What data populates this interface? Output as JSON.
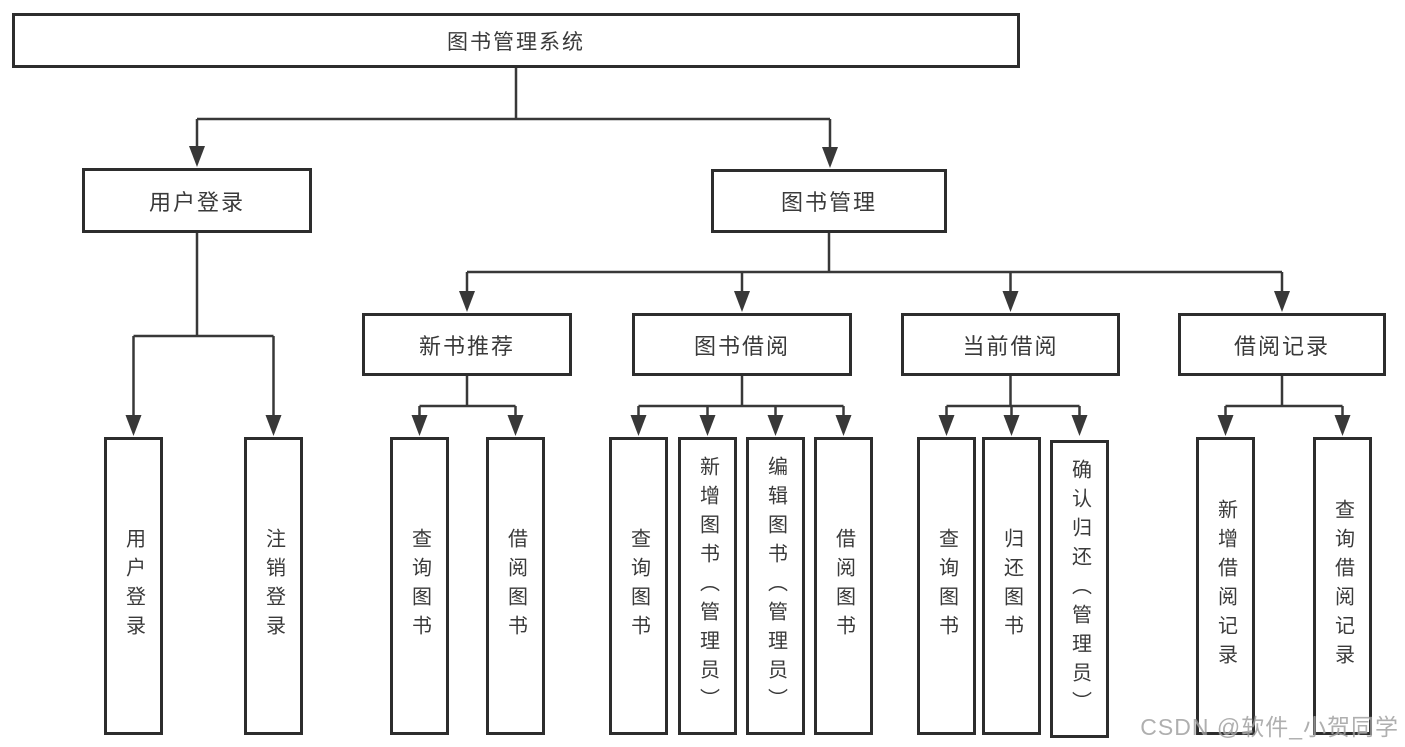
{
  "colors": {
    "line": "#383838",
    "box_border": "#2d2d2d",
    "text": "#3a3a3a",
    "watermark": "#9e9e9e",
    "background": "#ffffff"
  },
  "diagram_type": "hierarchy-tree",
  "root": {
    "label": "图书管理系统"
  },
  "branches": [
    {
      "label": "用户登录",
      "children": [
        {
          "label": "用户登录"
        },
        {
          "label": "注销登录"
        }
      ]
    },
    {
      "label": "图书管理",
      "children": [
        {
          "label": "新书推荐",
          "children": [
            {
              "label": "查询图书"
            },
            {
              "label": "借阅图书"
            }
          ]
        },
        {
          "label": "图书借阅",
          "children": [
            {
              "label": "查询图书"
            },
            {
              "label": "新增图书（管理员）"
            },
            {
              "label": "编辑图书（管理员）"
            },
            {
              "label": "借阅图书"
            }
          ]
        },
        {
          "label": "当前借阅",
          "children": [
            {
              "label": "查询图书"
            },
            {
              "label": "归还图书"
            },
            {
              "label": "确认归还（管理员）"
            }
          ]
        },
        {
          "label": "借阅记录",
          "children": [
            {
              "label": "新增借阅记录"
            },
            {
              "label": "查询借阅记录"
            }
          ]
        }
      ]
    }
  ],
  "watermark": {
    "text": "CSDN @软件_小贺同学"
  }
}
